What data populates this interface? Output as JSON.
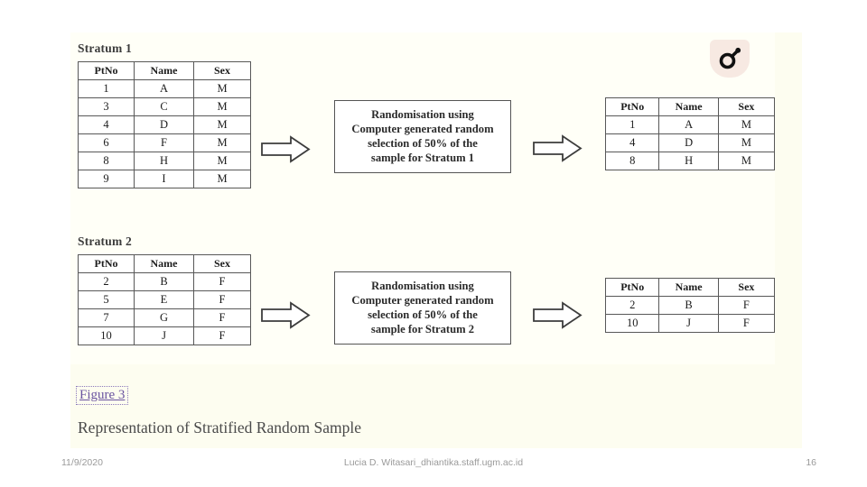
{
  "slide": {
    "figure_link_label": "Figure 3",
    "figure_caption": "Representation of Stratified Random Sample",
    "badge_icon_name": "male-symbol-icon"
  },
  "colors": {
    "panel_background": "#fdfdf0",
    "figure_background": "#fffff7",
    "link_purple": "#6a53a0",
    "caption_gray": "#4a4a4a",
    "table_border": "#585858",
    "badge_background": "#f7e9e2"
  },
  "strata": [
    {
      "label": "Stratum 1",
      "source_table": {
        "headers": [
          "PtNo",
          "Name",
          "Sex"
        ],
        "rows": [
          [
            "1",
            "A",
            "M"
          ],
          [
            "3",
            "C",
            "M"
          ],
          [
            "4",
            "D",
            "M"
          ],
          [
            "6",
            "F",
            "M"
          ],
          [
            "8",
            "H",
            "M"
          ],
          [
            "9",
            "I",
            "M"
          ]
        ]
      },
      "process_box": {
        "lines": [
          "Randomisation using",
          "Computer generated random",
          "selection of 50% of the",
          "sample for Stratum 1"
        ]
      },
      "result_table": {
        "headers": [
          "PtNo",
          "Name",
          "Sex"
        ],
        "rows": [
          [
            "1",
            "A",
            "M"
          ],
          [
            "4",
            "D",
            "M"
          ],
          [
            "8",
            "H",
            "M"
          ]
        ]
      }
    },
    {
      "label": "Stratum 2",
      "source_table": {
        "headers": [
          "PtNo",
          "Name",
          "Sex"
        ],
        "rows": [
          [
            "2",
            "B",
            "F"
          ],
          [
            "5",
            "E",
            "F"
          ],
          [
            "7",
            "G",
            "F"
          ],
          [
            "10",
            "J",
            "F"
          ]
        ]
      },
      "process_box": {
        "lines": [
          "Randomisation using",
          "Computer generated random",
          "selection of 50% of the",
          "sample for Stratum 2"
        ]
      },
      "result_table": {
        "headers": [
          "PtNo",
          "Name",
          "Sex"
        ],
        "rows": [
          [
            "2",
            "B",
            "F"
          ],
          [
            "10",
            "J",
            "F"
          ]
        ]
      }
    }
  ],
  "footer": {
    "date": "11/9/2020",
    "center": "Lucia D. Witasari_dhiantika.staff.ugm.ac.id",
    "page_number": "16"
  }
}
